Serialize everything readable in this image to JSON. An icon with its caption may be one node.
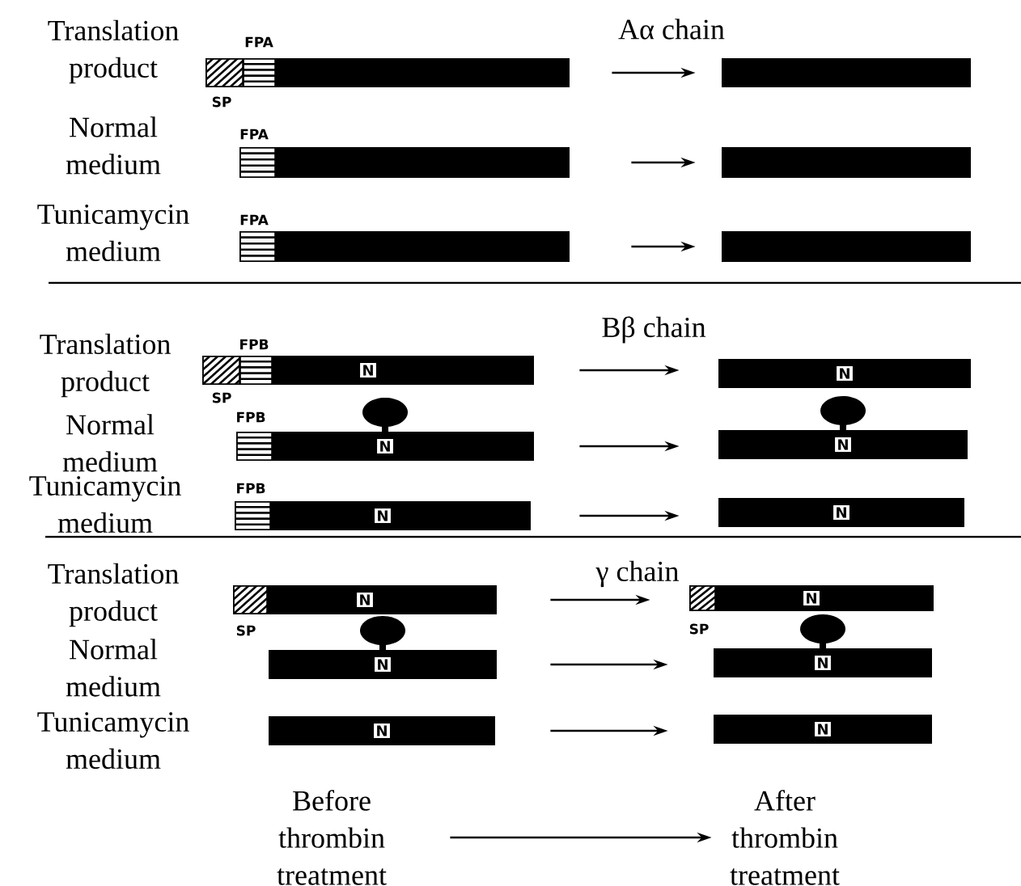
{
  "diagram": {
    "nodes": [
      {
        "text": [],
        "shape": "bar"
      },
      {
        "text": [],
        "shape": "bar"
      },
      {
        "text": [],
        "shape": "bar"
      },
      {
        "text": [],
        "shape": "bar"
      },
      {
        "text": [],
        "shape": "bar"
      },
      {
        "text": [],
        "shape": "bar"
      },
      {
        "text": [
          "N"
        ]
      },
      {
        "text": [
          "N"
        ]
      },
      {
        "text": [
          "N"
        ]
      },
      {
        "text": [
          "N"
        ]
      },
      {
        "text": [
          "N"
        ]
      },
      {
        "text": [
          "N"
        ]
      },
      {
        "text": [
          "N"
        ]
      },
      {
        "text": [
          "N"
        ]
      },
      {
        "text": [
          "N"
        ]
      },
      {
        "text": [
          "N"
        ]
      },
      {
        "text": [
          "N"
        ]
      },
      {
        "text": [
          "N"
        ]
      },
      {
        "text": [
          "Before thrombin treatment"
        ]
      },
      {
        "text": [
          "After thrombin treatment"
        ]
      }
    ],
    "edges": [
      {
        "from": 0,
        "to": 1,
        "arrow": "to"
      },
      {
        "from": 2,
        "to": 3,
        "arrow": "to"
      },
      {
        "from": 4,
        "to": 5,
        "arrow": "to"
      },
      {
        "from": 6,
        "to": 7,
        "arrow": "to"
      },
      {
        "from": 8,
        "to": 9,
        "arrow": "to"
      },
      {
        "from": 10,
        "to": 11,
        "arrow": "to"
      },
      {
        "from": 12,
        "to": 13,
        "arrow": "to"
      },
      {
        "from": 14,
        "to": 15,
        "arrow": "to"
      },
      {
        "from": 16,
        "to": 17,
        "arrow": "to"
      },
      {
        "from": 18,
        "to": 19,
        "arrow": "to"
      }
    ],
    "labels": [
      "Translation product",
      "FPA",
      "Aα chain",
      "SP",
      "Normal medium",
      "FPA",
      "Tunicamycin medium",
      "FPA",
      "Translation product",
      "FPB",
      "Bβ chain",
      "SP",
      "Normal medium",
      "FPB",
      "Tunicamycin medium",
      "FPB",
      "Translation product",
      "γ chain",
      "SP",
      "SP",
      "Normal medium",
      "Tunicamycin medium"
    ]
  }
}
